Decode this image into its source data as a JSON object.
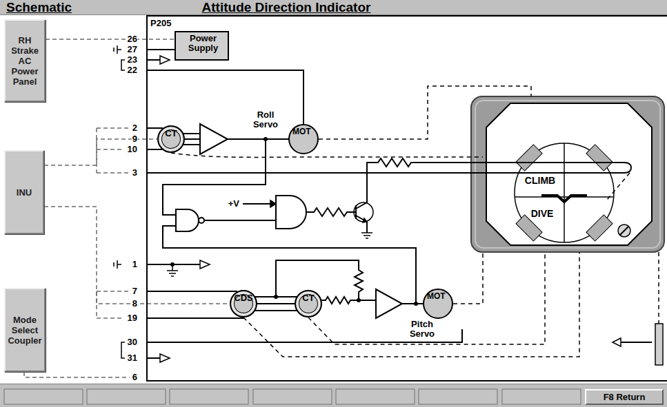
{
  "diagram": {
    "title": "Attitude Direction Indicator",
    "nodes": [
      {
        "text": [
          "RH Strake AC Power Panel"
        ]
      },
      {
        "text": [
          "P205"
        ]
      },
      {
        "text": [
          "Power Supply"
        ],
        "in": 1
      },
      {
        "text": [
          "CT"
        ],
        "in": 1
      },
      {
        "text": [
          "MOT"
        ],
        "in": 1
      },
      {
        "text": [
          "INU"
        ]
      },
      {
        "text": [
          "CLIMB",
          "DIVE"
        ],
        "in": 1
      },
      {
        "text": [
          "CDS"
        ],
        "in": 1
      },
      {
        "text": [
          "CT"
        ],
        "in": 1
      },
      {
        "text": [
          "MOT"
        ],
        "in": 1
      },
      {
        "text": [
          "Mode Select Coupler"
        ]
      },
      {
        "text": [
          "F8 Return"
        ]
      }
    ],
    "edges": [
      {
        "from": 0,
        "to": 2,
        "arrow": "none"
      },
      {
        "from": 5,
        "to": 3,
        "arrow": "none"
      },
      {
        "from": 5,
        "to": 7,
        "arrow": "none"
      },
      {
        "from": 7,
        "to": 8,
        "arrow": "none"
      },
      {
        "from": 4,
        "to": 6,
        "arrow": "none"
      },
      {
        "from": 9,
        "to": 6,
        "arrow": "none"
      }
    ],
    "labels": [
      "Schematic",
      "26",
      "27",
      "23",
      "22",
      "2",
      "9",
      "10",
      "3",
      "1",
      "7",
      "8",
      "19",
      "30",
      "31",
      "6",
      "Roll Servo",
      "+V",
      "Pitch Servo"
    ]
  }
}
